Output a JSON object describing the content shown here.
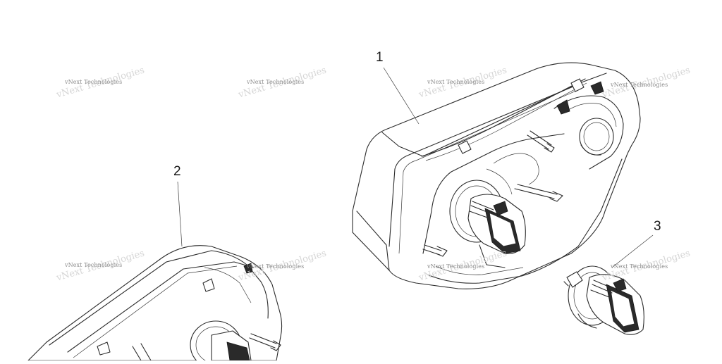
{
  "diagram": {
    "callouts": [
      {
        "id": "1",
        "label": "1"
      },
      {
        "id": "2",
        "label": "2"
      },
      {
        "id": "3",
        "label": "3"
      }
    ],
    "watermark_text": "vNext Technologies"
  }
}
